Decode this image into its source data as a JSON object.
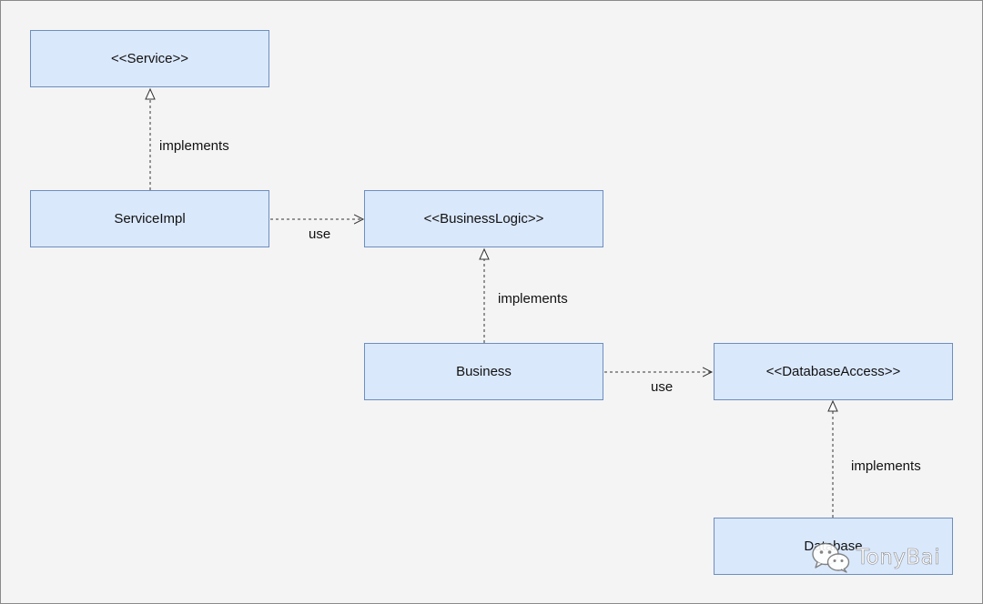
{
  "diagram": {
    "boxes": {
      "service": "<<Service>>",
      "service_impl": "ServiceImpl",
      "business_logic": "<<BusinessLogic>>",
      "business": "Business",
      "database_access": "<<DatabaseAccess>>",
      "database": "Database"
    },
    "edges": {
      "service_impl_to_service": "implements",
      "service_impl_to_business_logic": "use",
      "business_to_business_logic": "implements",
      "business_to_database_access": "use",
      "database_to_database_access": "implements"
    },
    "colors": {
      "box_fill": "#dae8fc",
      "box_border": "#6c8ebf",
      "background": "#f4f4f4"
    }
  },
  "watermark": {
    "text": "TonyBai",
    "icon": "wechat-icon"
  }
}
